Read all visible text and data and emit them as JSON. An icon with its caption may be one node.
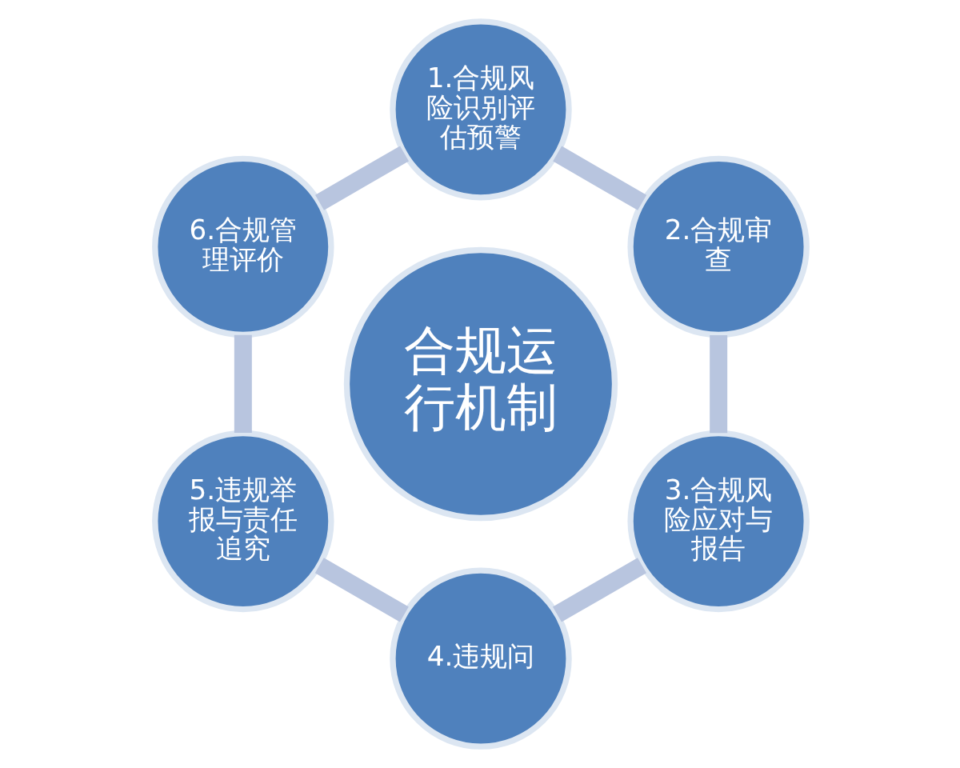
{
  "diagram": {
    "nodes": [
      {
        "text": [
          "合规运行机制"
        ]
      },
      {
        "text": [
          "1.合规风险识别评估预警"
        ]
      },
      {
        "text": [
          "2.合规审查"
        ]
      },
      {
        "text": [
          "3.合规风险应对与报告"
        ]
      },
      {
        "text": [
          "4.违规问"
        ]
      },
      {
        "text": [
          "5.违规举报与责任追究"
        ]
      },
      {
        "text": [
          "6.合规管理评价"
        ]
      }
    ],
    "edges": [
      {
        "from": 1,
        "to": 2,
        "arrow": "none"
      },
      {
        "from": 2,
        "to": 3,
        "arrow": "none"
      },
      {
        "from": 3,
        "to": 4,
        "arrow": "none"
      },
      {
        "from": 4,
        "to": 5,
        "arrow": "none"
      },
      {
        "from": 5,
        "to": 6,
        "arrow": "none"
      },
      {
        "from": 6,
        "to": 1,
        "arrow": "none"
      }
    ]
  }
}
